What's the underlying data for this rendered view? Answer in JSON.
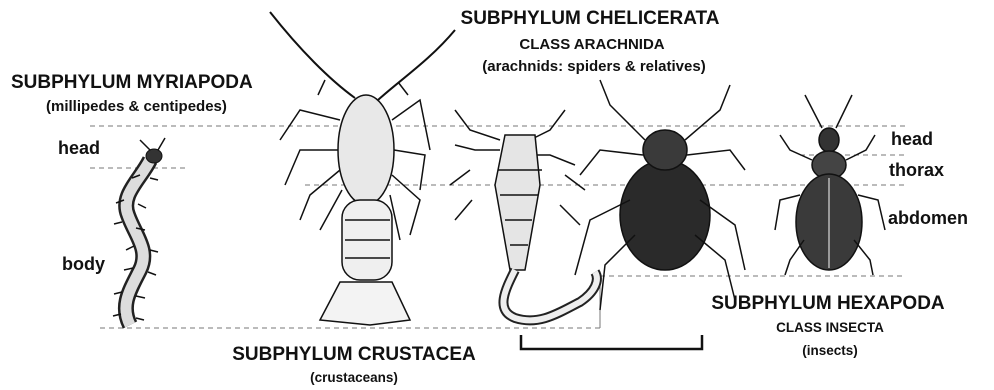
{
  "groups": {
    "chelicerata": {
      "title": "SUBPHYLUM CHELICERATA",
      "class": "CLASS ARACHNIDA",
      "desc": "(arachnids: spiders & relatives)"
    },
    "myriapoda": {
      "title": "SUBPHYLUM MYRIAPODA",
      "desc": "(millipedes & centipedes)"
    },
    "crustacea": {
      "title": "SUBPHYLUM CRUSTACEA",
      "desc": "(crustaceans)"
    },
    "hexapoda": {
      "title": "SUBPHYLUM HEXAPODA",
      "class": "CLASS INSECTA",
      "desc": "(insects)"
    }
  },
  "body_parts": {
    "myriapod": {
      "head": "head",
      "body": "body"
    },
    "insect": {
      "head": "head",
      "thorax": "thorax",
      "abdomen": "abdomen"
    }
  },
  "colors": {
    "ink": "#111111",
    "guide": "#777777"
  }
}
